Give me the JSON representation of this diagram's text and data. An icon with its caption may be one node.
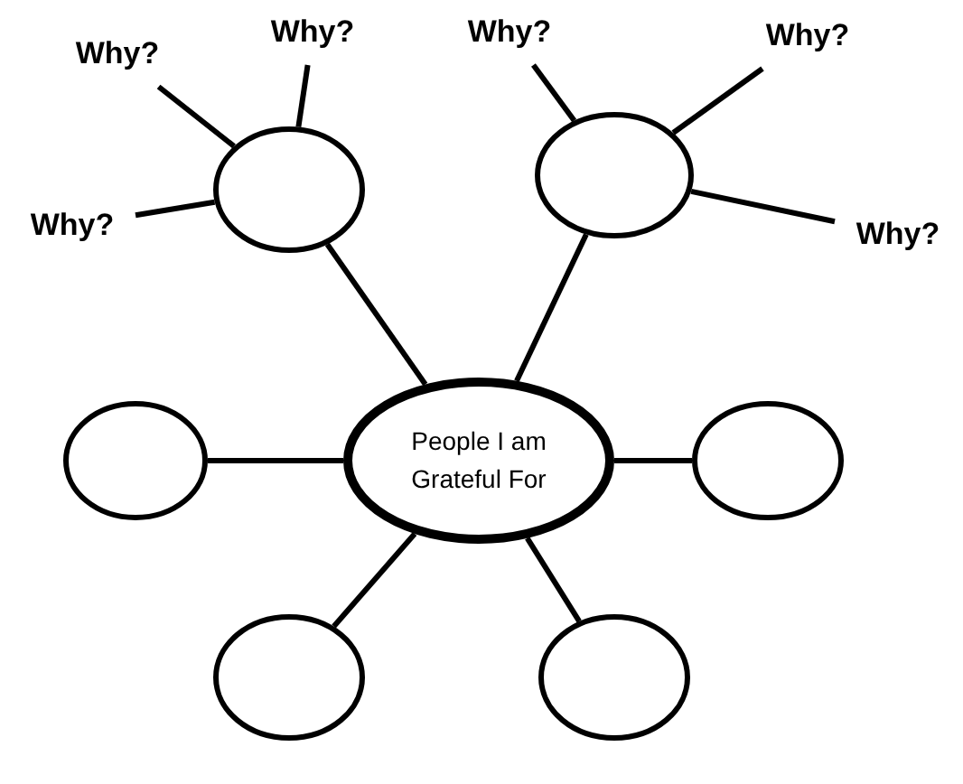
{
  "diagram": {
    "nodes": [
      {
        "text": [
          "Why?"
        ]
      },
      {
        "text": [
          "Why?"
        ]
      },
      {
        "text": [
          "Why?"
        ]
      },
      {
        "text": [
          "Why?"
        ]
      },
      {
        "text": [],
        "shape": "ellipse"
      },
      {
        "text": [],
        "shape": "ellipse"
      },
      {
        "text": [
          "Why?"
        ]
      },
      {
        "text": [
          "Why?"
        ]
      },
      {
        "text": [],
        "shape": "ellipse"
      },
      {
        "text": [
          "People I am Grateful For"
        ]
      },
      {
        "text": [],
        "shape": "ellipse"
      },
      {
        "text": [],
        "shape": "ellipse"
      },
      {
        "text": [],
        "shape": "ellipse"
      }
    ],
    "edges": [
      {
        "from": 0,
        "to": 4,
        "arrow": "none"
      },
      {
        "from": 1,
        "to": 4,
        "arrow": "none"
      },
      {
        "from": 6,
        "to": 4,
        "arrow": "none"
      },
      {
        "from": 2,
        "to": 5,
        "arrow": "none"
      },
      {
        "from": 3,
        "to": 5,
        "arrow": "none"
      },
      {
        "from": 7,
        "to": 5,
        "arrow": "none"
      },
      {
        "from": 9,
        "to": 4,
        "arrow": "none"
      },
      {
        "from": 9,
        "to": 5,
        "arrow": "none"
      },
      {
        "from": 9,
        "to": 8,
        "arrow": "none"
      },
      {
        "from": 9,
        "to": 10,
        "arrow": "none"
      },
      {
        "from": 9,
        "to": 11,
        "arrow": "none"
      },
      {
        "from": 9,
        "to": 12,
        "arrow": "none"
      }
    ]
  }
}
